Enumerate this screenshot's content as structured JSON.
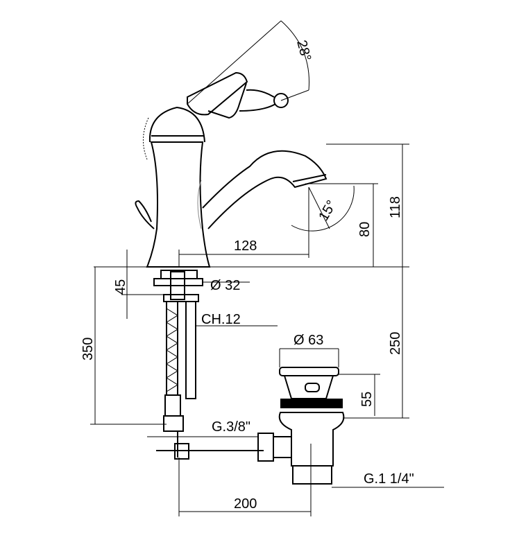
{
  "dimensions": {
    "lever_angle": "28°",
    "spout_angle": "15°",
    "total_height": "118",
    "spout_height": "80",
    "spout_reach": "128",
    "base_thickness": "45",
    "hole_diameter": "Ø 32",
    "nut_size": "CH.12",
    "hose_length": "350",
    "waste_depth": "250",
    "waste_diameter": "Ø 63",
    "waste_height": "55",
    "hose_thread": "G.3/8\"",
    "waste_thread": "G.1 1/4\"",
    "rod_length": "200"
  }
}
